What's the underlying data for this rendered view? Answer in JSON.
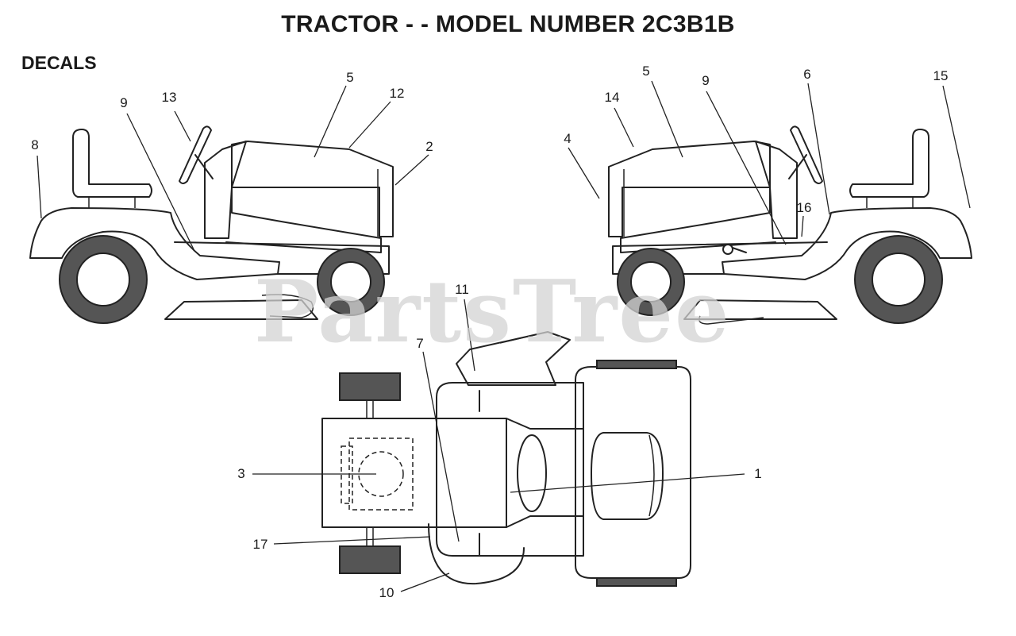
{
  "header": {
    "title": "TRACTOR - - MODEL NUMBER 2C3B1B",
    "section": "DECALS"
  },
  "watermark": "PartsTree",
  "callouts": {
    "left_view": [
      "8",
      "9",
      "13",
      "5",
      "12",
      "2"
    ],
    "right_view": [
      "4",
      "14",
      "5",
      "9",
      "6",
      "15",
      "16"
    ],
    "top_view": [
      "11",
      "7",
      "3",
      "1",
      "17",
      "10"
    ]
  },
  "colors": {
    "line": "#222222",
    "tire": "#555555",
    "watermark": "#d3d3d3"
  }
}
